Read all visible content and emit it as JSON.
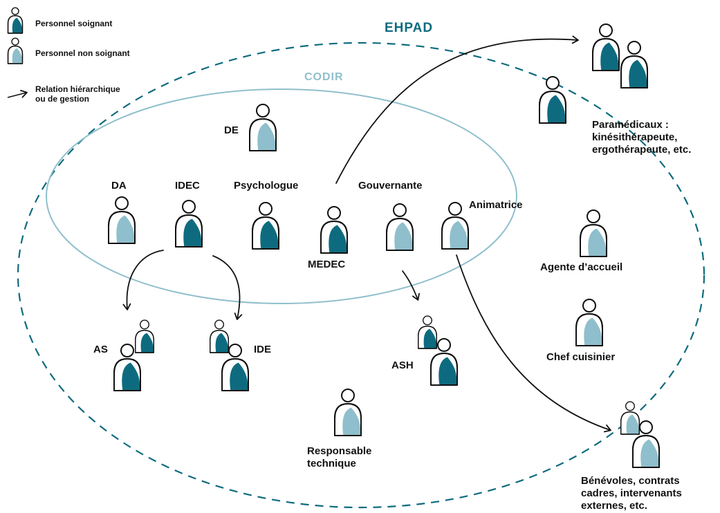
{
  "legend": {
    "soignant": "Personnel soignant",
    "non_soignant": "Personnel non soignant",
    "relation": [
      "Relation hiérarchique",
      "ou de gestion"
    ]
  },
  "titles": {
    "ehpad": "EHPAD",
    "codir": "CODIR"
  },
  "labels": {
    "de": "DE",
    "da": "DA",
    "idec": "IDEC",
    "psychologue": "Psychologue",
    "gouvernante": "Gouvernante",
    "animatrice": "Animatrice",
    "medec": "MEDEC",
    "as": "AS",
    "ide": "IDE",
    "ash": "ASH",
    "responsable": [
      "Responsable",
      "technique"
    ],
    "agente": "Agente d’accueil",
    "chef": "Chef cuisinier",
    "paramedicaux": [
      "Paramédicaux :",
      "kinésithérapeute,",
      "ergothérapeute, etc."
    ],
    "benevoles": [
      "Bénévoles, contrats",
      "cadres, intervenants",
      "externes, etc."
    ]
  },
  "colors": {
    "soignant": "#0e6b7f",
    "non_soignant": "#8fbfcc",
    "ehpad": "#0e6b7f",
    "codir": "#8fbfcc",
    "ink": "#111111"
  }
}
